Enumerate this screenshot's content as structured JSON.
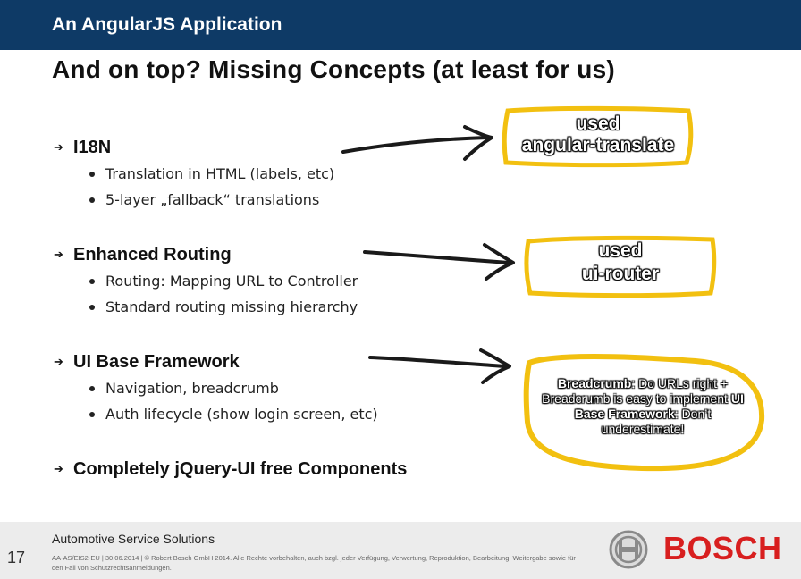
{
  "header": {
    "title": "An AngularJS Application"
  },
  "slide": {
    "title": "And on top? Missing Concepts (at least for us)"
  },
  "topics": [
    {
      "label": "I18N",
      "items": [
        "Translation in HTML (labels, etc)",
        "5-layer „fallback“ translations"
      ]
    },
    {
      "label": "Enhanced Routing",
      "items": [
        "Routing: Mapping URL to Controller",
        "Standard routing missing hierarchy"
      ]
    },
    {
      "label": "UI Base Framework",
      "items": [
        "Navigation, breadcrumb",
        "Auth lifecycle (show login screen, etc)"
      ]
    },
    {
      "label": "Completely jQuery-UI free Components",
      "items": []
    }
  ],
  "notes": {
    "i18n": {
      "line1": "used",
      "line2": "angular-translate"
    },
    "routing": {
      "line1": "used",
      "line2": "ui-router"
    },
    "framework": {
      "part1_bold": "Breadcrumb",
      "part2": ": Do URLs right + Breadcrumb is easy to implement",
      "part3_bold": "UI Base Framework",
      "part4": ": Don’t underestimate!"
    }
  },
  "footer": {
    "page_number": "17",
    "org": "Automotive Service Solutions",
    "legal": "AA-AS/EIS2-EU | 30.06.2014 | © Robert Bosch GmbH 2014. Alle Rechte vorbehalten, auch bzgl. jeder Verfügung, Verwertung, Reproduktion, Bearbeitung, Weitergabe sowie für den Fall von Schutzrechtsanmeldungen.",
    "brand": "BOSCH"
  },
  "colors": {
    "header_bg": "#0e3a66",
    "note_border": "#f2c010",
    "brand_red": "#d81f1f",
    "footer_bg": "#ececec"
  },
  "icons": {
    "bullet_marker": "double-arrow-right-icon",
    "connector": "hand-drawn-arrow-icon",
    "logo": "bosch-armature-logo-icon"
  }
}
